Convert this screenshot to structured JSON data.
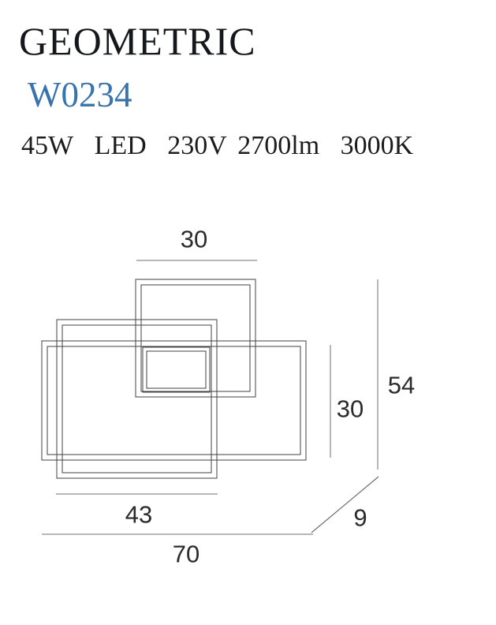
{
  "header": {
    "title": "GEOMETRIC",
    "model": "W0234",
    "specs_parts": [
      "45W",
      "LED",
      "230V",
      "2700lm",
      "3000K"
    ]
  },
  "dimensions": {
    "top_frame_width": "30",
    "body_height": "30",
    "total_height": "54",
    "middle_frame_width": "43",
    "total_width": "70",
    "depth": "9"
  },
  "colors": {
    "model_blue": "#3873ab",
    "frame_line": "#414141",
    "dimension_line": "#6f6f6f",
    "dimension_text": "#2b2b2b"
  }
}
